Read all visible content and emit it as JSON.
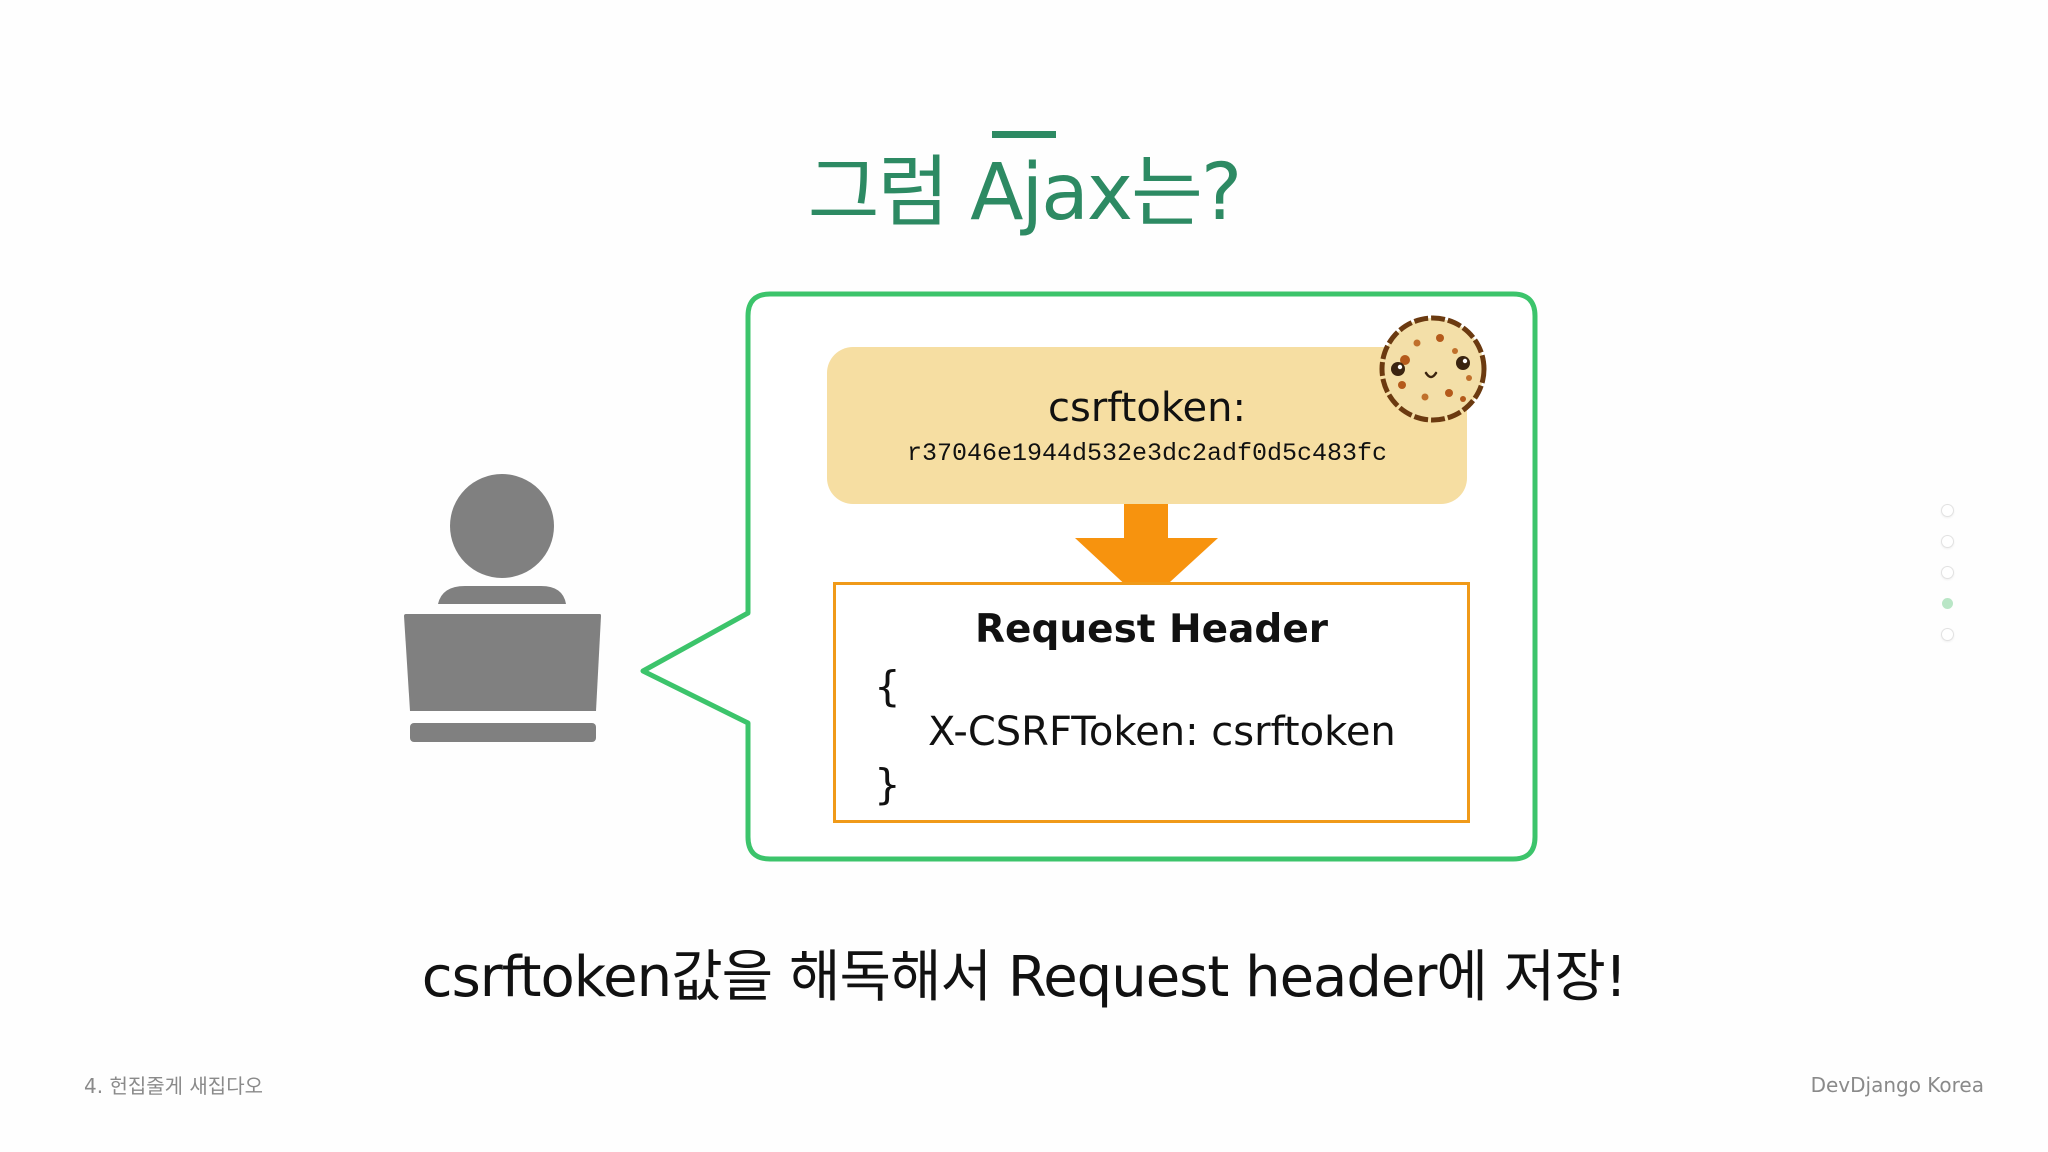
{
  "title": "그럼 Ajax는?",
  "cookie": {
    "label": "csrftoken:",
    "value": "r37046e1944d532e3dc2adf0d5c483fc"
  },
  "request_header": {
    "title": "Request Header",
    "open_brace": "{",
    "field": "X-CSRFToken: csrftoken",
    "close_brace": "}"
  },
  "caption": "csrftoken값을 해독해서 Request header에 저장!",
  "footer": {
    "left": "4. 헌집줄게 새집다오",
    "right": "DevDjango Korea"
  },
  "slide_nav": {
    "total": 5,
    "active_index": 3
  },
  "colors": {
    "title": "#2d8a63",
    "bubble_border": "#3cc46b",
    "cookie_box": "#f6dea2",
    "arrow": "#f7930e",
    "header_border": "#f09a19",
    "user_icon": "#808080"
  },
  "icons": [
    "user-with-laptop-icon",
    "cookie-icon",
    "down-arrow-icon"
  ]
}
